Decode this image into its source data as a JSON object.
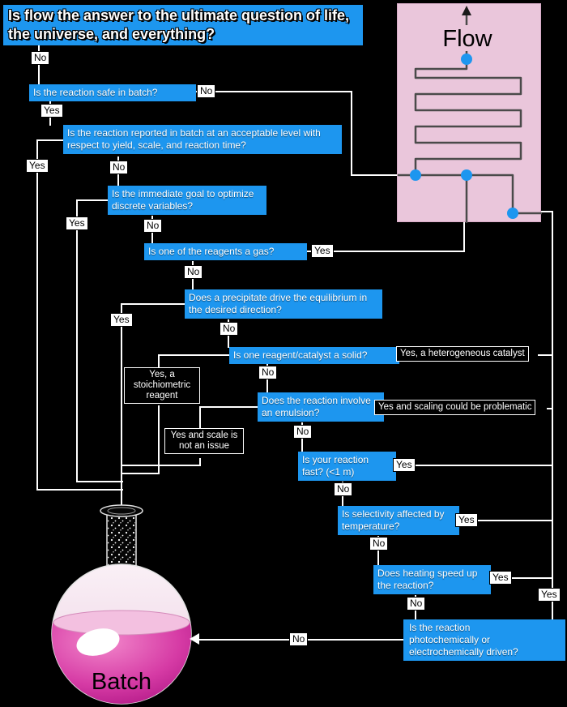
{
  "title": "Is flow the answer to the ultimate question of life, the universe, and everything?",
  "flow_unit_label": "Flow",
  "batch_unit_label": "Batch",
  "edge_labels": {
    "yes": "Yes",
    "no": "No"
  },
  "nodes": {
    "safe_in_batch": "Is the reaction safe in batch?",
    "reported_in_batch": "Is the reaction reported in batch at an acceptable level with respect to yield, scale, and reaction time?",
    "optimize_discrete": "Is the immediate goal to optimize discrete variables?",
    "reagent_gas": "Is one of the reagents a gas?",
    "precipitate": "Does a precipitate drive the equilibrium in the desired direction?",
    "solid": "Is one reagent/catalyst a solid?",
    "emulsion": "Does the reaction involve an emulsion?",
    "fast": "Is your reaction fast? (<1 m)",
    "selectivity": "Is selectivity affected by temperature?",
    "heating": "Does heating speed up the reaction?",
    "photo_electro": "Is the reaction photochemically or electrochemically driven?"
  },
  "outcomes": {
    "heterogeneous_catalyst": "Yes, a heterogeneous catalyst",
    "stoichiometric_reagent": "Yes, a stoichiometric reagent",
    "emulsion_scaling_problem": "Yes and scaling could be problematic",
    "emulsion_scale_ok": "Yes and scale is not an issue"
  },
  "colors": {
    "decision_blue": "#1d96ef",
    "flow_reactor_pink": "#eac6db",
    "batch_liquid_magenta": "#c72d9c",
    "connector_white": "#ffffff"
  }
}
